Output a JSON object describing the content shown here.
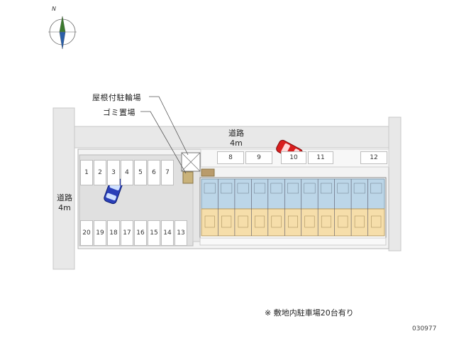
{
  "labels": {
    "bike_parking": "屋根付駐輪場",
    "garbage": "ゴミ置場",
    "road_top": [
      "道路",
      "4m"
    ],
    "road_left": [
      "道路",
      "4m"
    ],
    "note": "※ 敷地内駐車場20台有り",
    "code": "030977",
    "compass": "N"
  },
  "spots_top_left": [
    "1",
    "2",
    "3",
    "4",
    "5",
    "6",
    "7"
  ],
  "spots_bottom": [
    "20",
    "19",
    "18",
    "17",
    "16",
    "15",
    "14",
    "13"
  ],
  "spots_top_right": [
    "8",
    "9",
    "10",
    "11",
    "12"
  ],
  "colors": {
    "road": "#e8e8e8",
    "lot": "#d9d9d9",
    "building_upper": "#bcd6e8",
    "building_lower": "#f6deaa",
    "site": "#ececec",
    "car_blue": "#2a3fb8",
    "car_red": "#d91e1e"
  }
}
